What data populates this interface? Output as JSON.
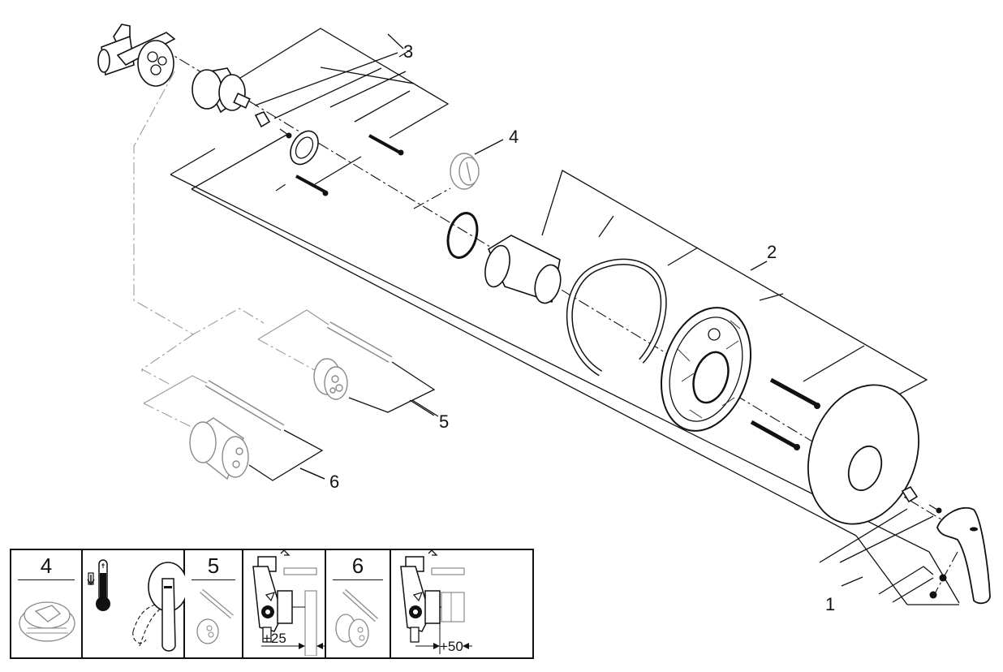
{
  "diagram": {
    "type": "exploded-parts-view",
    "callouts": [
      {
        "id": "1",
        "label": "1"
      },
      {
        "id": "2",
        "label": "2"
      },
      {
        "id": "3",
        "label": "3"
      },
      {
        "id": "4",
        "label": "4"
      },
      {
        "id": "5",
        "label": "5"
      },
      {
        "id": "6",
        "label": "6"
      }
    ],
    "parts": [
      "valve-body",
      "cartridge",
      "adapter-nut",
      "screw",
      "flange-ring",
      "mounting-screws",
      "temperature-limit-stop",
      "o-ring",
      "sleeve",
      "split-ring",
      "mounting-plate",
      "long-screws",
      "escutcheon",
      "handle",
      "set-screws",
      "extension-kit-25",
      "extension-kit-50"
    ]
  },
  "legend": {
    "cells": [
      {
        "label": "4",
        "content": "temperature-limit-stop"
      },
      {
        "label": "",
        "content": "temperature-setting-instruction"
      },
      {
        "label": "5",
        "content": "extension-kit"
      },
      {
        "label": "",
        "content": "wall-depth-extension",
        "dimension": "+25"
      },
      {
        "label": "6",
        "content": "extension-kit"
      },
      {
        "label": "",
        "content": "wall-depth-extension",
        "dimension": "+50"
      }
    ]
  }
}
